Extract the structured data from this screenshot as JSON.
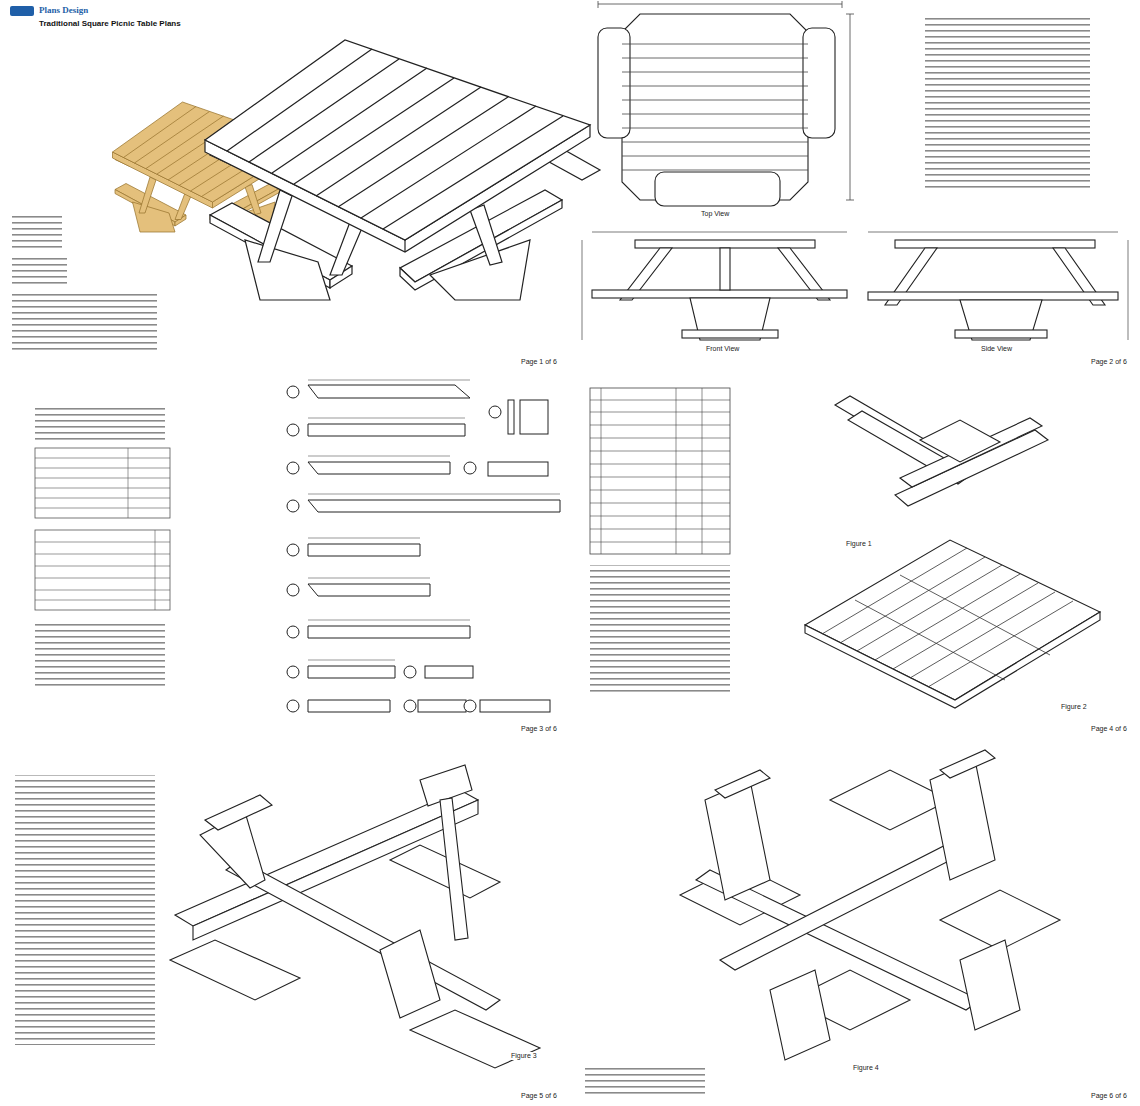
{
  "diagram": {
    "title": "Traditional Square Picnic Table Plans",
    "labels": [
      "Plans Design",
      "Top View",
      "Front View",
      "Side View",
      "Page 1 of 6",
      "Page 2 of 6",
      "Figure 1",
      "Figure 2",
      "Page 3 of 6",
      "Page 4 of 6",
      "Figure 3",
      "Page 5 of 6",
      "Figure 4",
      "Page 6 of 6"
    ]
  }
}
